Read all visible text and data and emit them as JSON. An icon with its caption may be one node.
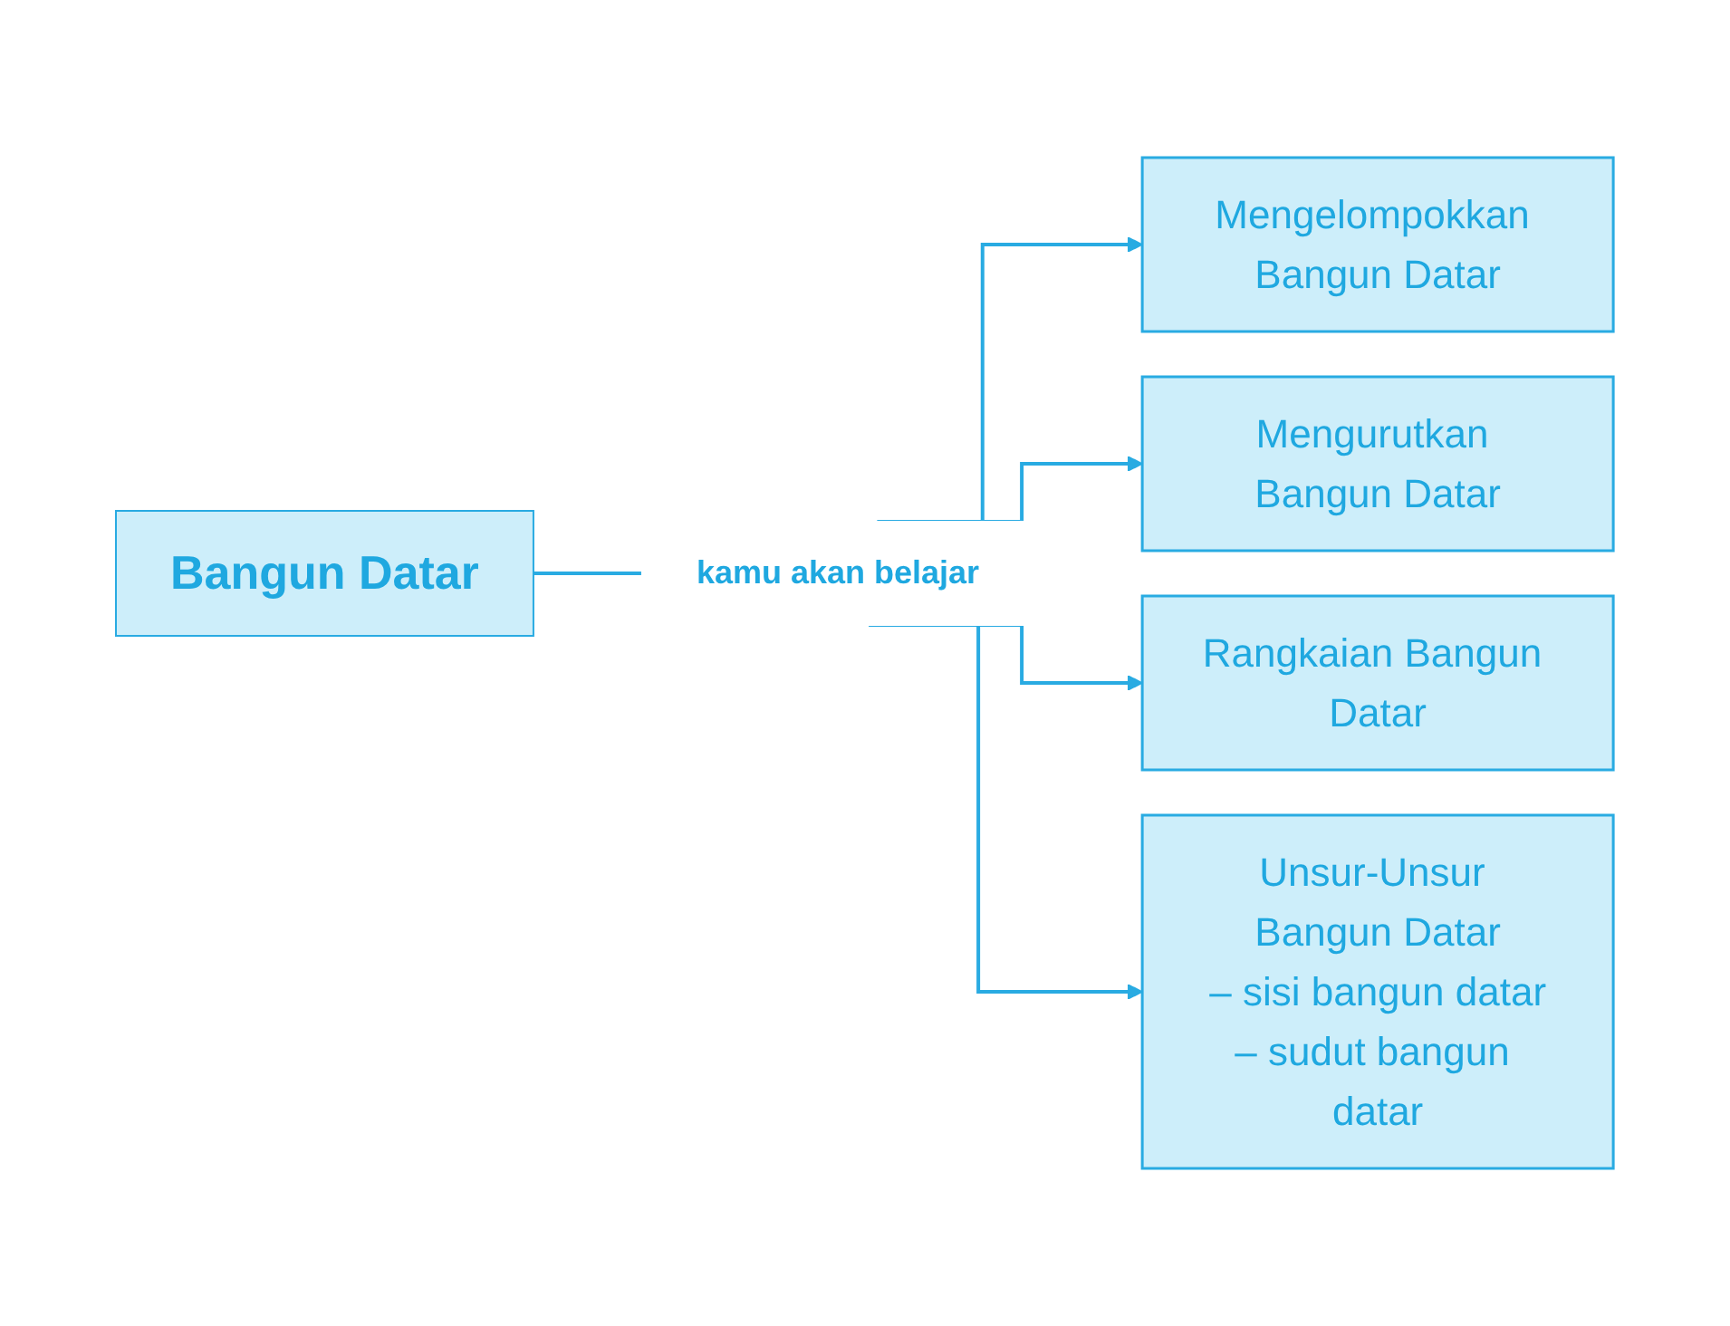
{
  "diagram": {
    "nodes": [
      {
        "text": [
          "Bangun Datar"
        ]
      },
      {
        "text": [
          "kamu akan belajar"
        ]
      },
      {
        "text": [
          "Mengelompokkan Bangun Datar"
        ]
      },
      {
        "text": [
          "Mengurutkan Bangun Datar"
        ]
      },
      {
        "text": [
          "Rangkaian Bangun Datar"
        ]
      },
      {
        "text": [
          "Unsur-Unsur Bangun Datar",
          "– sisi bangun datar",
          "– sudut bangun datar"
        ]
      }
    ],
    "edges": [
      {
        "from": 0,
        "to": 1,
        "arrow": "none"
      },
      {
        "from": 1,
        "to": 2,
        "arrow": "to"
      },
      {
        "from": 1,
        "to": 3,
        "arrow": "to"
      },
      {
        "from": 1,
        "to": 4,
        "arrow": "to"
      },
      {
        "from": 1,
        "to": 5,
        "arrow": "to"
      }
    ]
  }
}
